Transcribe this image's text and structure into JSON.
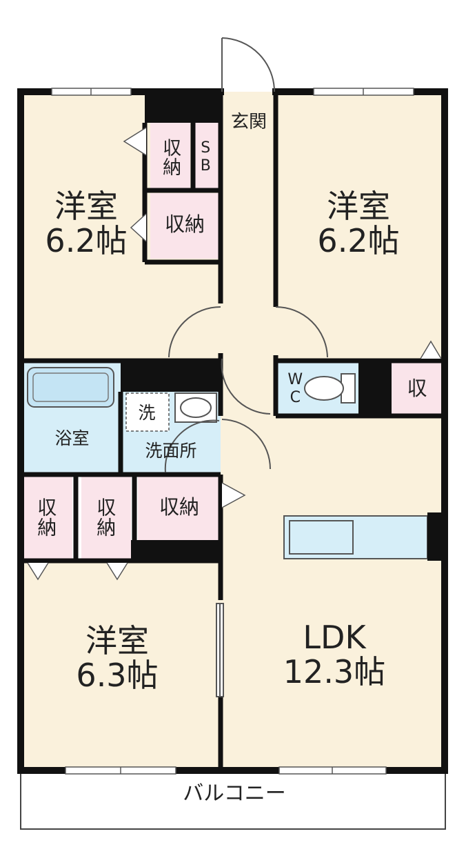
{
  "rooms": {
    "western_top_left": {
      "name": "洋室",
      "size": "6.2帖"
    },
    "western_top_right": {
      "name": "洋室",
      "size": "6.2帖"
    },
    "western_bottom": {
      "name": "洋室",
      "size": "6.3帖"
    },
    "ldk": {
      "name": "LDK",
      "size": "12.3帖"
    },
    "entrance": "玄関",
    "bath": "浴室",
    "washroom": "洗面所",
    "washer": "洗",
    "balcony": "バルコニー",
    "shoe_box": "SB",
    "toilet": "WC"
  },
  "storage": {
    "label": "収納",
    "short": "収"
  },
  "colors": {
    "floor": "#faf1dc",
    "wet_area": "#d6eef8",
    "storage": "#fae4ea",
    "wall": "#111111"
  }
}
